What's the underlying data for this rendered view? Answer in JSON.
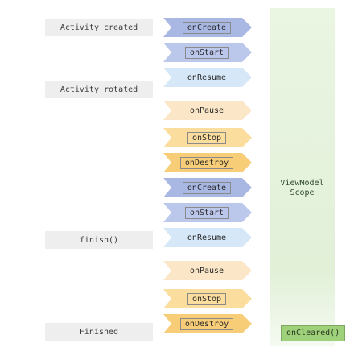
{
  "events": [
    {
      "id": "activity-created",
      "label": "Activity created"
    },
    {
      "id": "activity-rotated",
      "label": "Activity rotated"
    },
    {
      "id": "finish",
      "label": "finish()"
    },
    {
      "id": "finished",
      "label": "Finished"
    }
  ],
  "lifecycle": [
    {
      "label": "onCreate",
      "color": "#a9b7e3",
      "boxed": true
    },
    {
      "label": "onStart",
      "color": "#bcc7ec",
      "boxed": true
    },
    {
      "label": "onResume",
      "color": "#d6e8f8",
      "boxed": false
    },
    {
      "label": "onPause",
      "color": "#fbe6c8",
      "boxed": false
    },
    {
      "label": "onStop",
      "color": "#fbdd9e",
      "boxed": true
    },
    {
      "label": "onDestroy",
      "color": "#f7cd78",
      "boxed": true
    },
    {
      "label": "onCreate",
      "color": "#a9b7e3",
      "boxed": true
    },
    {
      "label": "onStart",
      "color": "#bcc7ec",
      "boxed": true
    },
    {
      "label": "onResume",
      "color": "#d6e8f8",
      "boxed": false
    },
    {
      "label": "onPause",
      "color": "#fbe6c8",
      "boxed": false
    },
    {
      "label": "onStop",
      "color": "#fbdd9e",
      "boxed": true
    },
    {
      "label": "onDestroy",
      "color": "#f7cd78",
      "boxed": true
    }
  ],
  "viewmodel": {
    "label_line1": "ViewModel",
    "label_line2": "Scope",
    "cleared_label": "onCleared()",
    "zone_color": "#e2f0d8",
    "cleared_color": "#9fd07a"
  }
}
